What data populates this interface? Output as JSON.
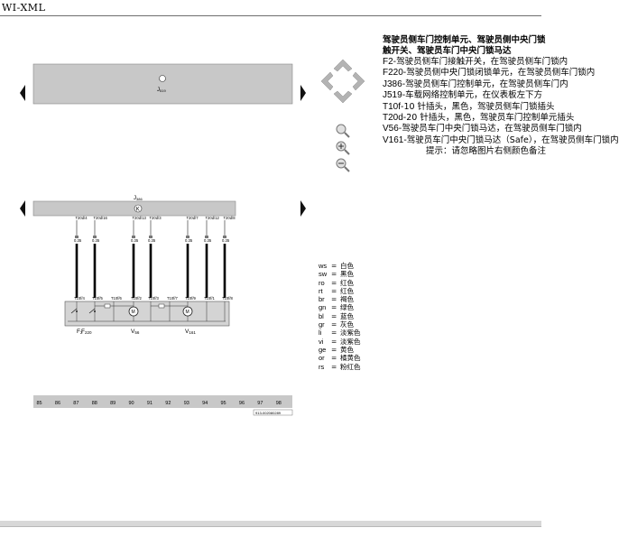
{
  "header": {
    "title": "WI-XML"
  },
  "diagram": {
    "top_unit": {
      "label": "J",
      "sub": "519"
    },
    "mid_unit": {
      "label": "J",
      "sub": "386",
      "badge": "K"
    },
    "pins_top": [
      {
        "conn": "T20d/4",
        "wire": "0.35"
      },
      {
        "conn": "T20d/16",
        "wire": "0.35"
      },
      {
        "conn": "T20d/13",
        "wire": "0.35"
      },
      {
        "conn": "T20d/3",
        "wire": "0.35"
      },
      {
        "conn": "T20d/7",
        "wire": "0.35"
      },
      {
        "conn": "T20d/12",
        "wire": "0.35"
      },
      {
        "conn": "T20d/8",
        "wire": "0.35"
      }
    ],
    "pins_bottom": [
      "T10f/4",
      "T10f/5",
      "T10f/6",
      "T10f/2",
      "T10f/3",
      "T10f/7",
      "T10f/9",
      "T10f/1",
      "T10f/8"
    ],
    "components": [
      "F2",
      "F220",
      "V56",
      "V161"
    ],
    "grid_numbers": [
      "85",
      "86",
      "87",
      "88",
      "89",
      "90",
      "91",
      "92",
      "93",
      "94",
      "95",
      "96",
      "97",
      "98"
    ],
    "doc_code": "913-002080289"
  },
  "description": {
    "title_line1": "驾驶员侧车门控制单元、驾驶员侧中央门锁",
    "title_line2": "触开关、驾驶员车门中央门锁马达",
    "items": [
      {
        "code": "F2",
        "text": "驾驶员侧车门接触开关，在驾驶员侧车门锁内"
      },
      {
        "code": "F220",
        "text": "驾驶员侧中央门锁闭锁单元，在驾驶员侧车门锁内"
      },
      {
        "code": "J386",
        "text": "驾驶员侧车门控制单元，在驾驶员侧车门内"
      },
      {
        "code": "J519",
        "text": "车载网络控制单元，在仪表板左下方"
      },
      {
        "code": "T10f",
        "text": "10 针插头，黑色，驾驶员侧车门锁插头"
      },
      {
        "code": "T20d",
        "text": "20 针插头，黑色，驾驶员车门控制单元插头"
      },
      {
        "code": "V56",
        "text": "驾驶员车门中央门锁马达，在驾驶员侧车门锁内"
      },
      {
        "code": "V161",
        "text": "驾驶员车门中央门锁马达（Safe），在驾驶员侧车门锁内"
      }
    ],
    "hint": "提示：请忽略图片右侧颜色备注"
  },
  "legend": [
    {
      "code": "ws",
      "name": "白色"
    },
    {
      "code": "sw",
      "name": "黑色"
    },
    {
      "code": "ro",
      "name": "红色"
    },
    {
      "code": "rt",
      "name": "红色"
    },
    {
      "code": "br",
      "name": "褐色"
    },
    {
      "code": "gn",
      "name": "绿色"
    },
    {
      "code": "bl",
      "name": "蓝色"
    },
    {
      "code": "gr",
      "name": "灰色"
    },
    {
      "code": "li",
      "name": "淡紫色"
    },
    {
      "code": "vi",
      "name": "淡紫色"
    },
    {
      "code": "ge",
      "name": "黄色"
    },
    {
      "code": "or",
      "name": "橘黄色"
    },
    {
      "code": "rs",
      "name": "粉红色"
    }
  ],
  "colors": {
    "unit_fill": "#c8c8c8",
    "component_box": "#d4d4d4",
    "nav_arrow": "#b3b3b3"
  }
}
